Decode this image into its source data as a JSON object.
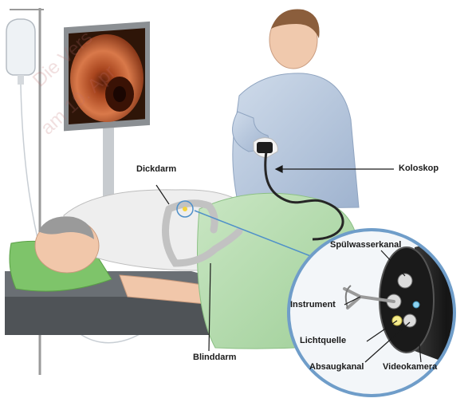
{
  "labels": {
    "dickdarm": "Dickdarm",
    "koloskop": "Koloskop",
    "spuelwasserkanal": "Spülwasserkanal",
    "instrument": "Instrument",
    "lichtquelle": "Lichtquelle",
    "absaugkanal": "Absaugkanal",
    "videokamera": "Videokamera",
    "blinddarm": "Blinddarm"
  },
  "watermark": {
    "line1": "Die Vers",
    "line2": "am 19. Apr"
  },
  "colors": {
    "drape": "#b9dcb4",
    "gown": "#b8c8de",
    "magnifier_ring": "#6f9dc9",
    "colon_inner": "#c45f2e"
  }
}
